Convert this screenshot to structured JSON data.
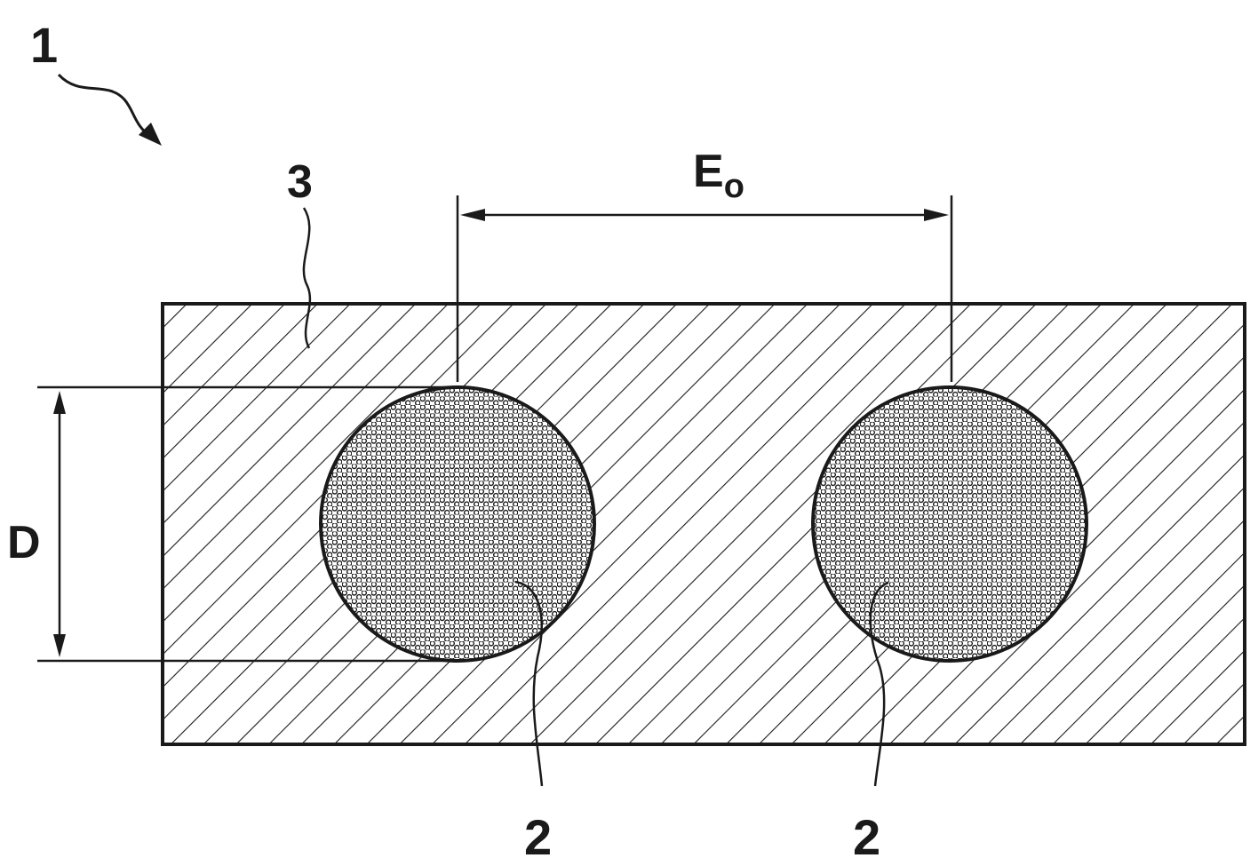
{
  "labels": {
    "assembly": "1",
    "matrix": "3",
    "spacing_main": "E",
    "spacing_sub": "o",
    "diameter": "D",
    "fiber_left": "2",
    "fiber_right": "2"
  },
  "colors": {
    "ink": "#1a1a1a",
    "background": "#ffffff"
  }
}
